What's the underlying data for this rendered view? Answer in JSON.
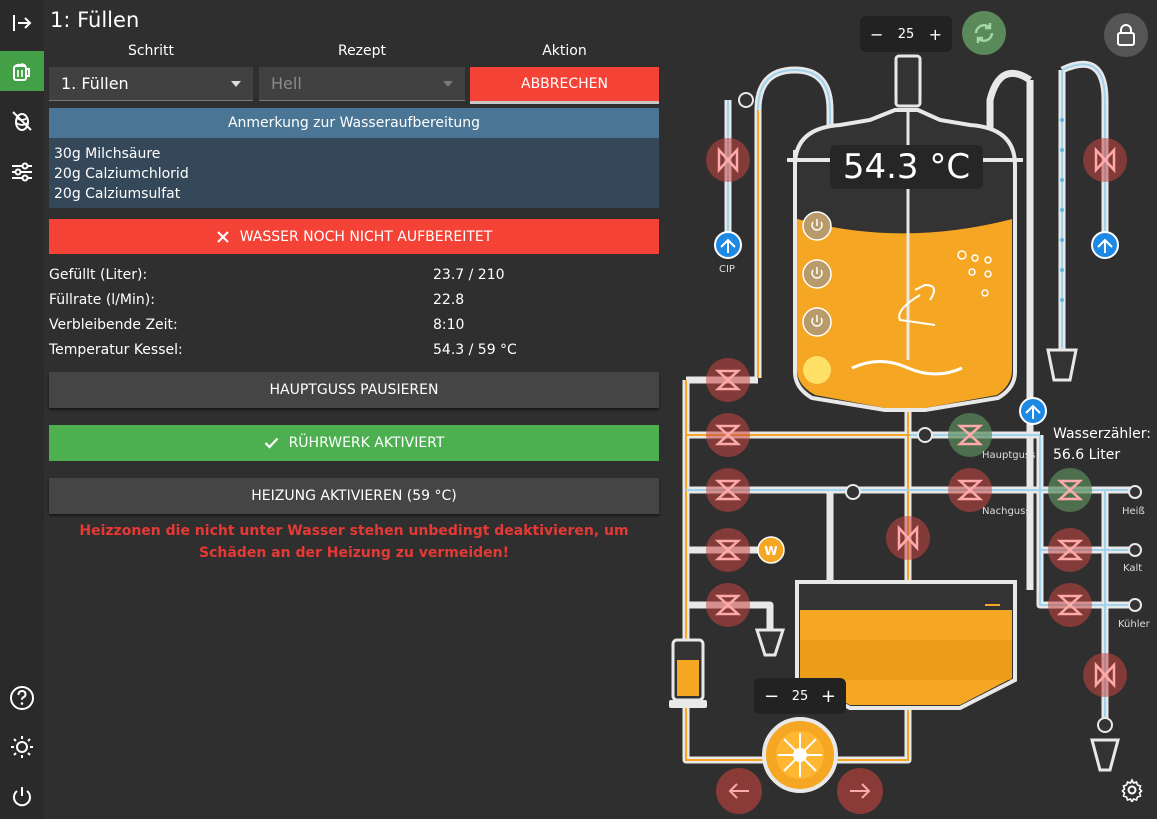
{
  "header": {
    "title": "1: Füllen"
  },
  "columns": {
    "step": "Schritt",
    "recipe": "Rezept",
    "action": "Aktion"
  },
  "step_select": {
    "value": "1. Füllen"
  },
  "recipe_select": {
    "value": "Hell"
  },
  "cancel_button": {
    "label": "ABBRECHEN",
    "color": "#f44336"
  },
  "note": {
    "title": "Anmerkung zur Wasseraufbereitung",
    "lines": [
      "30g Milchsäure",
      "20g Calziumchlorid",
      "20g Calziumsulfat"
    ]
  },
  "water_status_button": {
    "label": "WASSER NOCH NICHT AUFBEREITET",
    "icon": "close-icon",
    "color": "#f44336"
  },
  "stats": [
    {
      "label": "Gefüllt (Liter):",
      "value": "23.7 / 210"
    },
    {
      "label": "Füllrate (l/Min):",
      "value": "22.8"
    },
    {
      "label": "Verbleibende Zeit:",
      "value": "8:10"
    },
    {
      "label": "Temperatur Kessel:",
      "value": "54.3 / 59 °C"
    }
  ],
  "pause_button": {
    "label": "HAUPTGUSS PAUSIEREN"
  },
  "agitator_button": {
    "label": "RÜHRWERK AKTIVIERT",
    "icon": "check-icon",
    "color": "#4caf50"
  },
  "heating_button": {
    "label": "HEIZUNG AKTIVIEREN (59 °C)"
  },
  "warning": "Heizzonen die nicht unter Wasser stehen unbedingt deaktivieren, um Schäden an der Heizung zu vermeiden!",
  "diagram": {
    "kettle_temp": "54.3 °C",
    "top_agitator_speed": "25",
    "pump_speed": "25",
    "cip_label": "CIP",
    "hauptguss_label": "Hauptguss",
    "nachguss_label": "Nachguss",
    "heiss_label": "Heiß",
    "kalt_label": "Kalt",
    "kuehler_label": "Kühler",
    "water_meter_label": "Wasserzähler:",
    "water_meter_value": "56.6 Liter",
    "kettle_fill": 0.62,
    "colors": {
      "liquid": "#f5a623",
      "pipe_water": "#9fd3ee",
      "valve_closed": "#c6453f",
      "valve_open": "#5a8a5a",
      "blue_valve": "#1e88e5"
    }
  },
  "sidebar": {
    "items": [
      {
        "name": "collapse-icon"
      },
      {
        "name": "brew-icon"
      },
      {
        "name": "hops-off-icon"
      },
      {
        "name": "sliders-icon"
      },
      {
        "name": "help-icon"
      },
      {
        "name": "brightness-icon"
      },
      {
        "name": "power-icon"
      }
    ]
  }
}
